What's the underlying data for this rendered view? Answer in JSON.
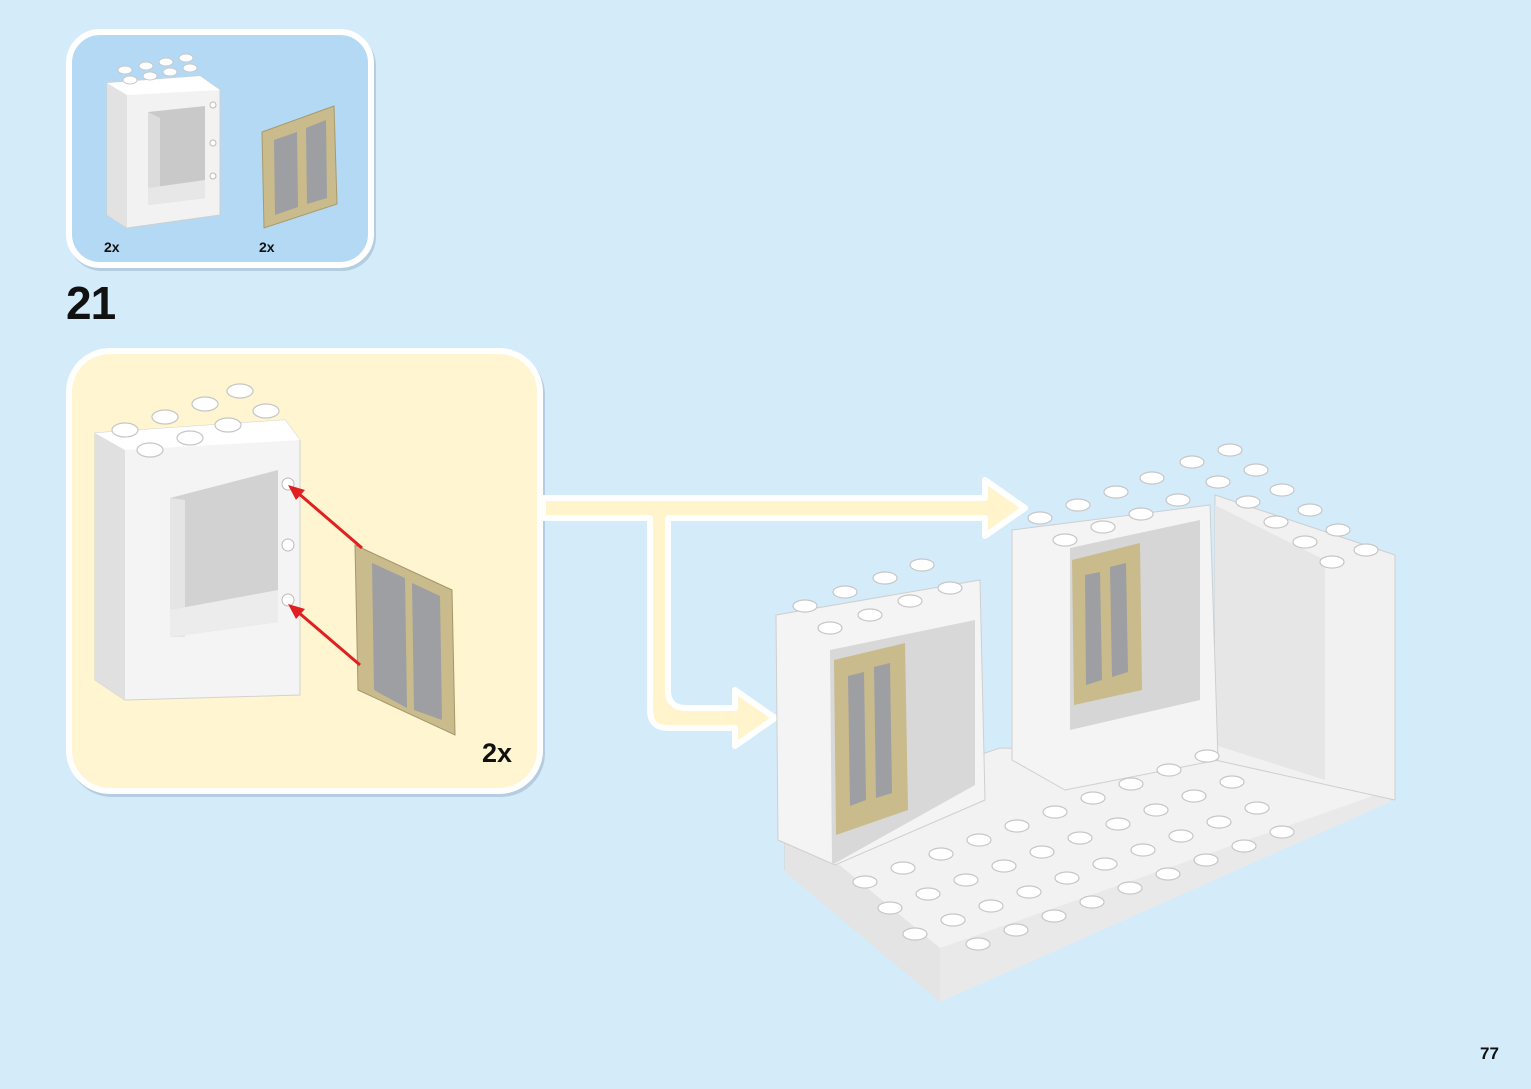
{
  "parts_list": {
    "items": [
      {
        "name": "white-window-frame-brick",
        "quantity": "2x"
      },
      {
        "name": "tan-window-shutter",
        "quantity": "2x"
      }
    ]
  },
  "step": {
    "number": "21",
    "subassembly_quantity": "2x"
  },
  "page": {
    "number": "77"
  },
  "colors": {
    "background": "#d4ebfa",
    "parts_box": "#b3d9f4",
    "subassembly_box": "#fff5d1",
    "brick_white": "#ffffff",
    "shutter_tan": "#c9bb8c",
    "arrow_red": "#e02020",
    "flow_arrow": "#fff4cc"
  }
}
